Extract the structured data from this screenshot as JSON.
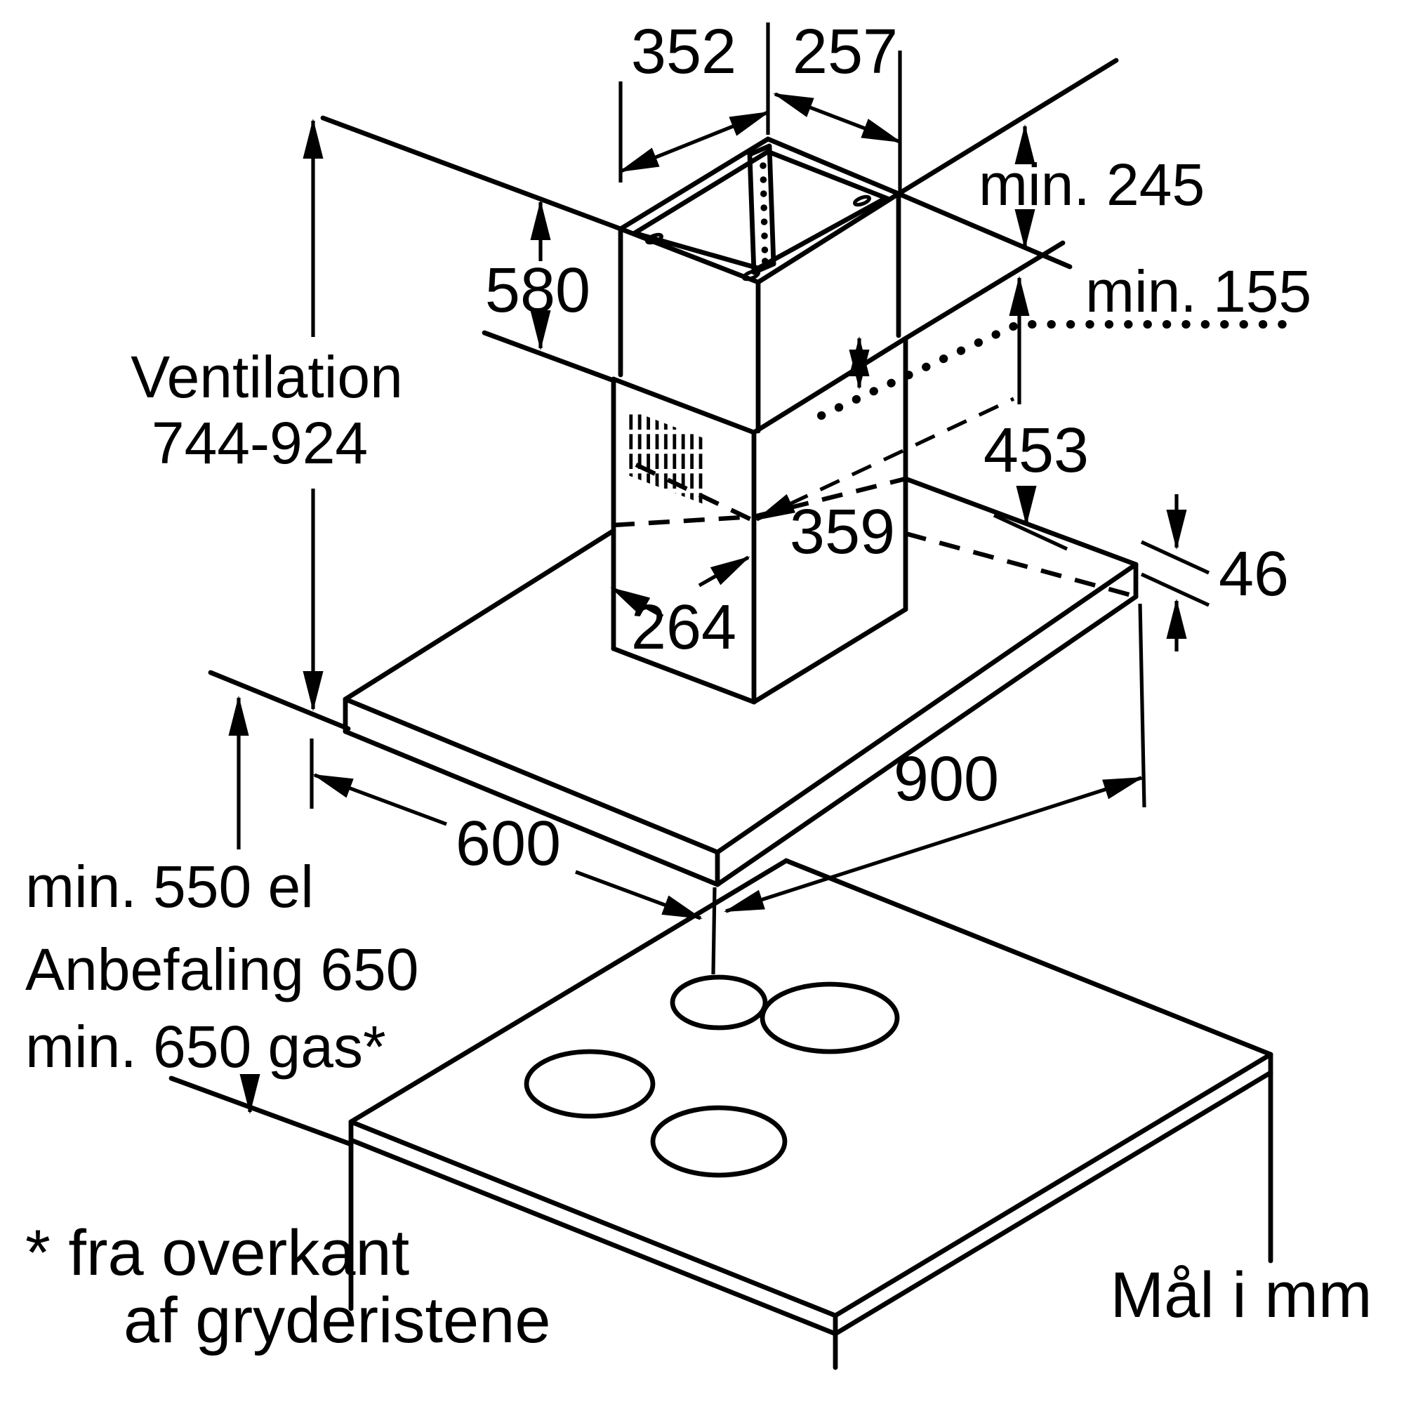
{
  "drawing": {
    "units_note": "Mål i mm",
    "footnote": {
      "line1": "* fra overkant",
      "line2": "af gryderistene"
    },
    "dimensions": {
      "duct_top_width": "352",
      "duct_top_depth": "257",
      "ceiling_clearance": "min. 245",
      "joint_clearance": "min. 155",
      "chimney_height": "580",
      "ventilation_label": "Ventilation",
      "ventilation_range": "744-924",
      "lower_section_height": "453",
      "lower_section_width": "359",
      "canopy_thickness": "46",
      "lower_section_depth": "264",
      "canopy_depth": "600",
      "canopy_width": "900",
      "hob_clearance_line1": "min. 550 el",
      "hob_clearance_line2": "Anbefaling 650",
      "hob_clearance_line3": "min. 650 gas*"
    }
  }
}
